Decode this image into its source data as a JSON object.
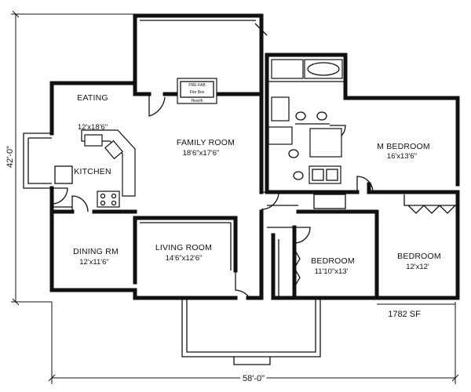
{
  "rooms": {
    "eating": {
      "name": "EATING"
    },
    "kitchen": {
      "name": "KITCHEN",
      "size": "12'x18'6\""
    },
    "family": {
      "name": "FAMILY ROOM",
      "size": "18'6\"x17'6\""
    },
    "master": {
      "name": "M BEDROOM",
      "size": "16'x13'6\""
    },
    "dining": {
      "name": "DINING RM",
      "size": "12'x11'6\""
    },
    "living": {
      "name": "LIVING ROOM",
      "size": "14'6\"x12'6\""
    },
    "bedroom2": {
      "name": "BEDROOM",
      "size": "11'10\"x13'"
    },
    "bedroom3": {
      "name": "BEDROOM",
      "size": "12'x12'"
    }
  },
  "fireplace": {
    "top": "PRE-FAB",
    "mid": "Fire Box",
    "bottom": "Hearth"
  },
  "area": "1782 SF",
  "dimensions": {
    "width": "58'-0\"",
    "depth": "42'-0\""
  }
}
